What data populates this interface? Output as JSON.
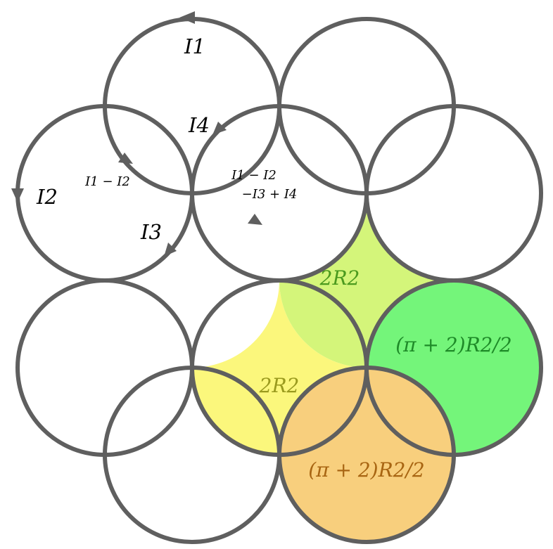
{
  "colors": {
    "stroke": "#5f5f5f",
    "background": "#ffffff",
    "region_light_green": "#d4f57a",
    "region_green": "#74f57a",
    "region_yellow": "#fbf77c",
    "region_orange": "#f8cf7d",
    "label_light_green": "#4b9a1e",
    "label_green": "#1e8a28",
    "label_yellow": "#9a9a1e",
    "label_orange": "#a86512"
  },
  "currents": {
    "i1": "I1",
    "i2": "I2",
    "i3": "I3",
    "i4": "I4",
    "diff_small": "I1 − I2",
    "diff_big_line1": "I1 − I2",
    "diff_big_line2": "−I3 + I4"
  },
  "areas": {
    "upper_square": "2R2",
    "lower_square": "2R2",
    "green_circle": "(π + 2)R2/2",
    "orange_circle": "(π + 2)R2/2"
  }
}
